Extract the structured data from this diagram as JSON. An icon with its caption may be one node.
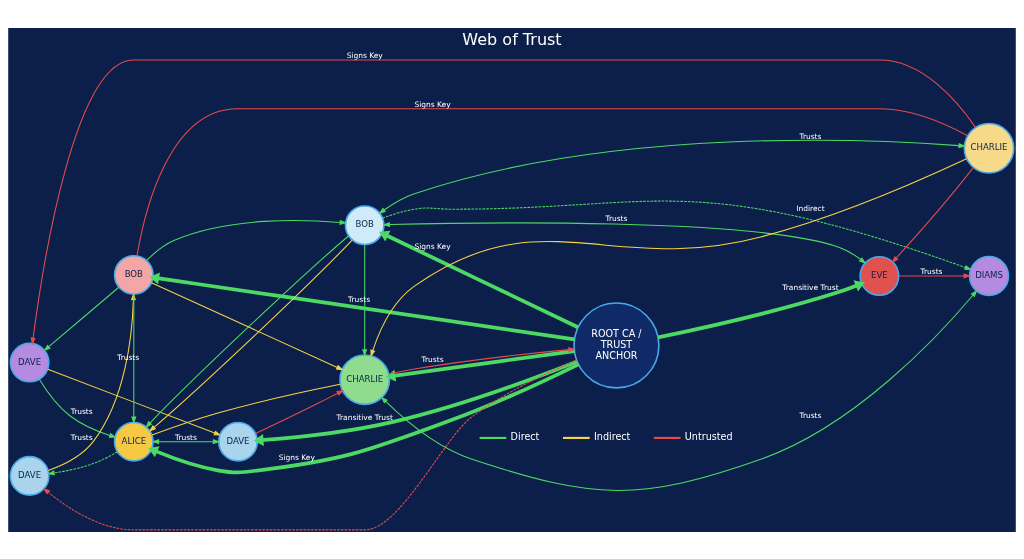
{
  "diagram": {
    "title": "Web of Trust",
    "nodes": [
      {
        "text": [
          "DAVE"
        ]
      },
      {
        "text": [
          "ALICE"
        ]
      },
      {
        "text": [
          "DAVE"
        ]
      },
      {
        "text": [
          "ROOT CA / TRUST ANCHOR"
        ]
      },
      {
        "text": [
          "BOB"
        ]
      },
      {
        "text": [
          "CHARLIE"
        ]
      },
      {
        "text": [
          "EVE"
        ]
      },
      {
        "text": [
          "DAVE"
        ]
      },
      {
        "text": [
          "BOB"
        ]
      },
      {
        "text": [
          "CHARLIE"
        ]
      },
      {
        "text": [
          "DIAMS"
        ]
      }
    ],
    "edges": [
      {
        "from": 3,
        "to": 1,
        "arrow": "to",
        "label": "Signs Key",
        "style": "thick"
      },
      {
        "from": 3,
        "to": 4,
        "arrow": "to",
        "label": "Signs Key",
        "style": "thick"
      },
      {
        "from": 3,
        "to": 2,
        "arrow": "to",
        "label": "Transitive Trust",
        "style": "thick"
      },
      {
        "from": 3,
        "to": 6,
        "arrow": "to",
        "label": "Transitive Trust",
        "style": "thick"
      },
      {
        "from": 3,
        "to": 8,
        "arrow": "to",
        "style": "thick"
      },
      {
        "from": 3,
        "to": 9,
        "arrow": "to",
        "style": "thick"
      },
      {
        "from": 0,
        "to": 1,
        "arrow": "to",
        "label": "Trusts"
      },
      {
        "from": 1,
        "to": 2,
        "arrow": "both",
        "label": "Trusts"
      },
      {
        "from": 0,
        "to": 2,
        "arrow": "to",
        "color": "#f5d442"
      },
      {
        "from": 4,
        "to": 5,
        "arrow": "both",
        "label": "Trusts"
      },
      {
        "from": 4,
        "to": 6,
        "arrow": "both",
        "label": "Trusts"
      },
      {
        "from": 5,
        "to": 6,
        "arrow": "to",
        "color": "#e94b4b"
      },
      {
        "from": 6,
        "to": 10,
        "arrow": "to",
        "label": "Trusts",
        "color": "#e94b4b"
      },
      {
        "from": 9,
        "to": 10,
        "arrow": "both",
        "label": "Trusts"
      },
      {
        "from": 7,
        "to": 8,
        "arrow": "to",
        "label": "Trusts",
        "color": "#f5d442"
      },
      {
        "from": 8,
        "to": 0,
        "arrow": "to"
      },
      {
        "from": 8,
        "to": 1,
        "arrow": "to",
        "label": "Trusts"
      },
      {
        "from": 1,
        "to": 7,
        "arrow": "to",
        "style": "dashed"
      },
      {
        "from": 4,
        "to": 10,
        "arrow": "to",
        "style": "dashed"
      },
      {
        "from": 3,
        "to": 7,
        "arrow": "to",
        "style": "dashed",
        "color": "#e94b4b"
      },
      {
        "from": 9,
        "to": 3,
        "arrow": "to",
        "label": "Trusts",
        "color": "#e94b4b"
      },
      {
        "from": 8,
        "to": 9,
        "arrow": "to",
        "color": "#f5d442"
      },
      {
        "from": 1,
        "to": 9,
        "arrow": "none",
        "color": "#f5d442"
      },
      {
        "from": 5,
        "to": 9,
        "arrow": "to",
        "label": "Indirect",
        "color": "#f5d442"
      },
      {
        "from": 4,
        "to": 9,
        "arrow": "to",
        "label": "Trusts"
      },
      {
        "from": 4,
        "to": 1,
        "arrow": "to",
        "color": "#f5d442"
      },
      {
        "from": 4,
        "to": 1,
        "arrow": "to"
      },
      {
        "from": 5,
        "to": 0,
        "arrow": "to",
        "label": "Signs Key",
        "color": "#e94b4b"
      },
      {
        "from": 8,
        "to": 4,
        "arrow": "to"
      },
      {
        "from": 8,
        "to": 5,
        "arrow": "none",
        "label": "Signs Key",
        "color": "#e94b4b"
      },
      {
        "from": 2,
        "to": 9,
        "arrow": "to",
        "color": "#e94b4b"
      }
    ],
    "legend": [
      {
        "text": "Direct"
      },
      {
        "text": "Indirect"
      },
      {
        "text": "Untrusted"
      }
    ]
  }
}
